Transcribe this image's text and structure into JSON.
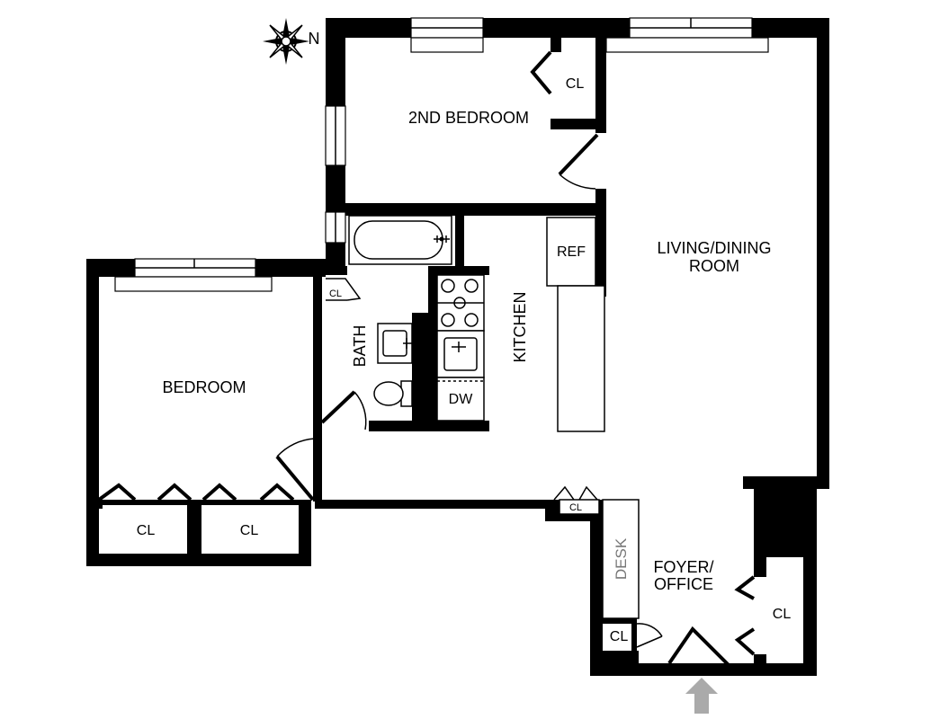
{
  "compass": {
    "direction": "N"
  },
  "rooms": {
    "second_bedroom": "2ND BEDROOM",
    "living_dining_line1": "LIVING/DINING",
    "living_dining_line2": "ROOM",
    "bedroom": "BEDROOM",
    "bath": "BATH",
    "kitchen": "KITCHEN",
    "foyer_line1": "FOYER/",
    "foyer_line2": "OFFICE"
  },
  "fixtures": {
    "refrigerator": "REF",
    "dishwasher": "DW",
    "desk": "DESK"
  },
  "closets": {
    "second_bedroom": "CL",
    "bath": "CL",
    "bedroom_left": "CL",
    "bedroom_right": "CL",
    "hall_small": "CL",
    "foyer_small": "CL",
    "foyer_right": "CL"
  },
  "colors": {
    "walls": "#000000",
    "entry_arrow": "#aaaaaa",
    "desk_label": "#777777"
  }
}
